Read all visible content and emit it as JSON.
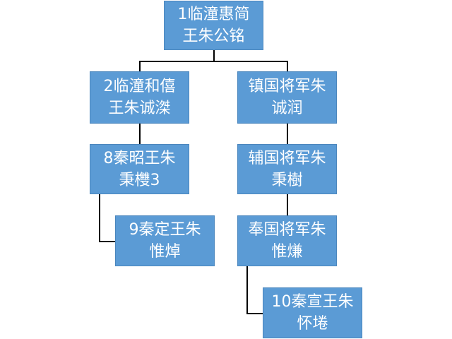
{
  "colors": {
    "node_fill": "#5b9bd5",
    "node_text": "#ffffff",
    "connector": "#000000"
  },
  "nodes": [
    {
      "id": "n1",
      "line1": "1临潼惠简",
      "line2": "王朱公铭"
    },
    {
      "id": "n2",
      "line1": "2临潼和僖",
      "line2": "王朱诚滐"
    },
    {
      "id": "n3",
      "line1": "镇国将军朱",
      "line2": "诚润"
    },
    {
      "id": "n4",
      "line1": "8秦昭王朱",
      "line2": "秉欆3"
    },
    {
      "id": "n5",
      "line1": "辅国将军朱",
      "line2": "秉樹"
    },
    {
      "id": "n6",
      "line1": "9秦定王朱",
      "line2": "惟焯"
    },
    {
      "id": "n7",
      "line1": "奉国将军朱",
      "line2": "惟熑"
    },
    {
      "id": "n8",
      "line1": "10秦宣王朱",
      "line2": "怀埢"
    }
  ]
}
